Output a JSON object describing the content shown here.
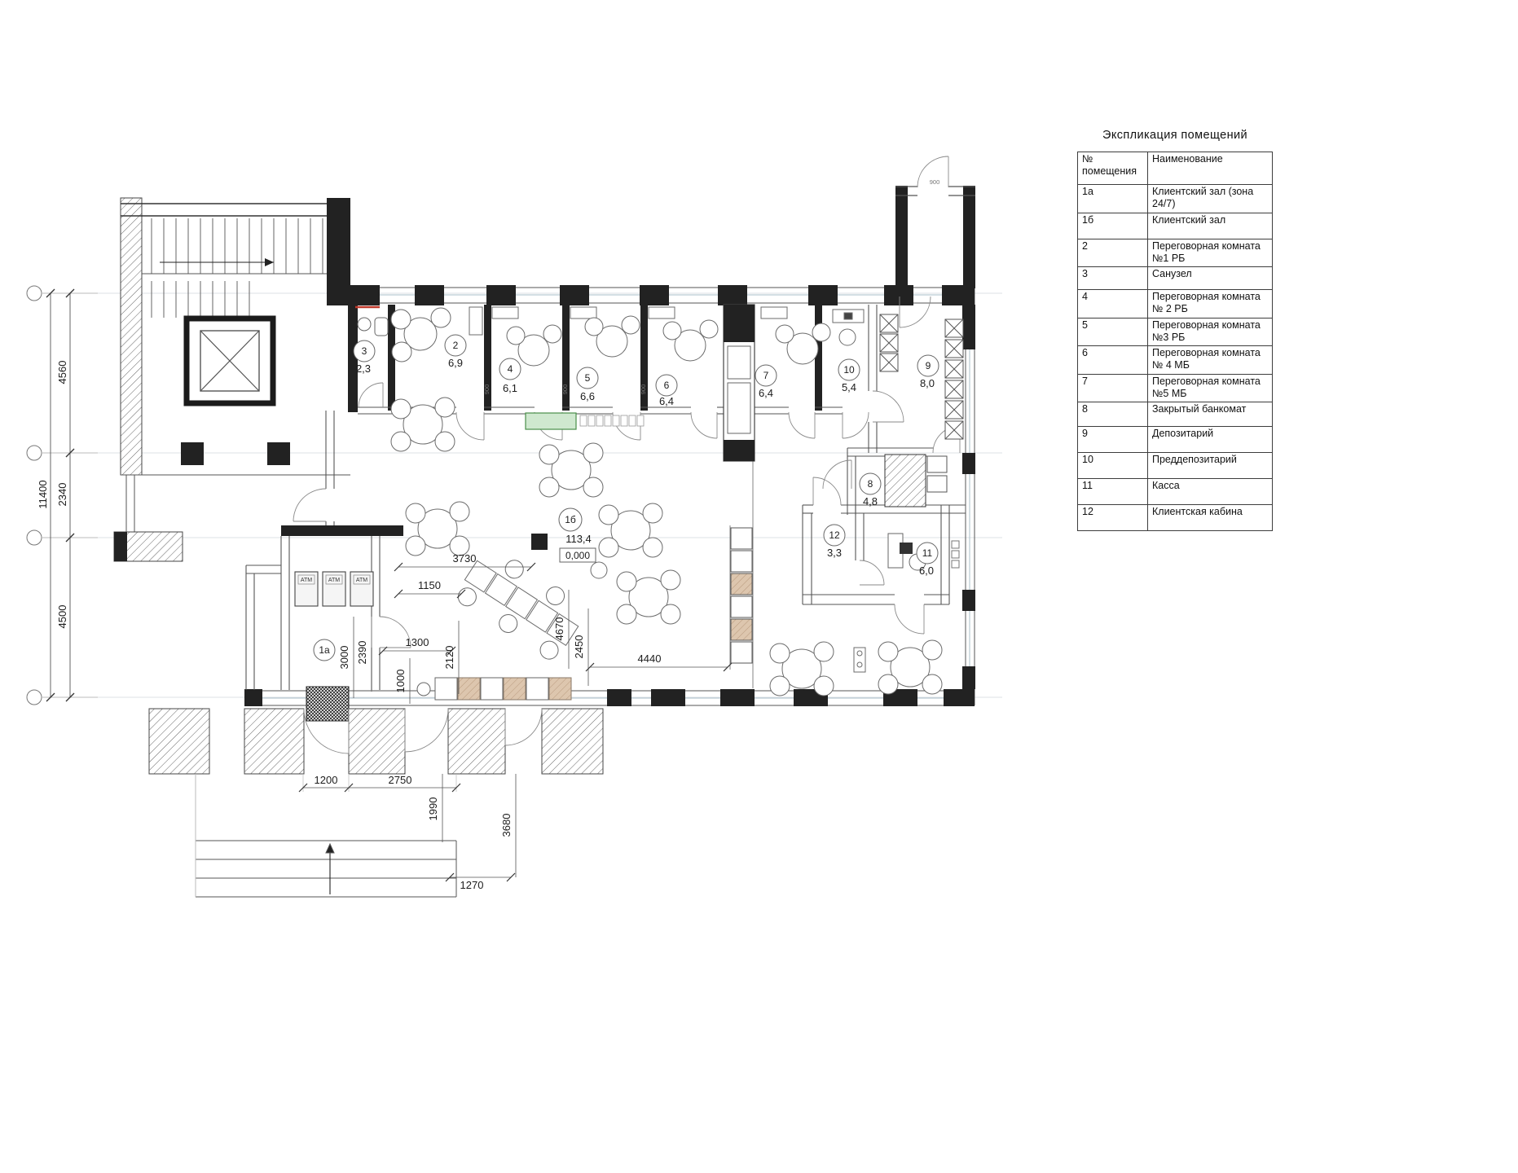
{
  "legend": {
    "title": "Экспликация помещений",
    "col_num_line1": "№",
    "col_num_line2": "помещения",
    "col_name": "Наименование",
    "rows": [
      {
        "num": "1а",
        "name": "Клиентский зал (зона 24/7)"
      },
      {
        "num": "1б",
        "name": "Клиентский зал"
      },
      {
        "num": "2",
        "name": "Переговорная комната №1 РБ"
      },
      {
        "num": "3",
        "name": "Санузел"
      },
      {
        "num": "4",
        "name": "Переговорная комната № 2 РБ"
      },
      {
        "num": "5",
        "name": "Переговорная комната №3 РБ"
      },
      {
        "num": "6",
        "name": "Переговорная комната № 4 МБ"
      },
      {
        "num": "7",
        "name": "Переговорная комната №5 МБ"
      },
      {
        "num": "8",
        "name": "Закрытый банкомат"
      },
      {
        "num": "9",
        "name": "Депозитарий"
      },
      {
        "num": "10",
        "name": "Преддепозитарий"
      },
      {
        "num": "11",
        "name": "Касса"
      },
      {
        "num": "12",
        "name": "Клиентская кабина"
      }
    ]
  },
  "plan": {
    "rooms": [
      {
        "num": "3",
        "area": "2,3"
      },
      {
        "num": "2",
        "area": "6,9"
      },
      {
        "num": "4",
        "area": "6,1"
      },
      {
        "num": "5",
        "area": "6,6"
      },
      {
        "num": "6",
        "area": "6,4"
      },
      {
        "num": "7",
        "area": "6,4"
      },
      {
        "num": "10",
        "area": "5,4"
      },
      {
        "num": "9",
        "area": "8,0"
      },
      {
        "num": "8",
        "area": "4,8"
      },
      {
        "num": "12",
        "area": "3,3"
      },
      {
        "num": "11",
        "area": "6,0"
      }
    ],
    "hall": {
      "num": "1б",
      "area": "113,4",
      "level": "0,000"
    },
    "atm_room_num": "1а",
    "atm_label": "АТМ",
    "door_width": "900",
    "dims": {
      "d4560": "4560",
      "d2340": "2340",
      "d11400": "11400",
      "d4500": "4500",
      "d3730": "3730",
      "d1150": "1150",
      "d1300": "1300",
      "d2120": "2120",
      "d1000": "1000",
      "d3000": "3000",
      "d2390": "2390",
      "d4670": "4670",
      "d2450": "2450",
      "d4440": "4440",
      "d1200": "1200",
      "d2750": "2750",
      "d1990": "1990",
      "d3680": "3680",
      "d1270": "1270"
    }
  }
}
